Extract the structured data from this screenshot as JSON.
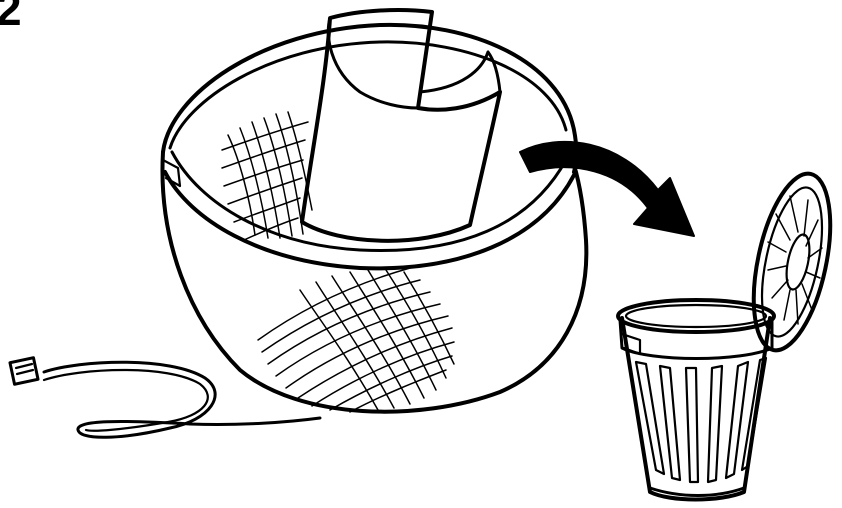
{
  "step": {
    "number": "2"
  },
  "colors": {
    "outline": "#000000",
    "filter_fill": "#c8c8c8",
    "background": "#ffffff"
  },
  "parts": {
    "bowl": "bowl-illustration",
    "filter": "filter-sleeve-illustration",
    "arrow": "curved-arrow-icon",
    "bin": "trash-bin-icon",
    "cable": "power-cable-illustration"
  }
}
